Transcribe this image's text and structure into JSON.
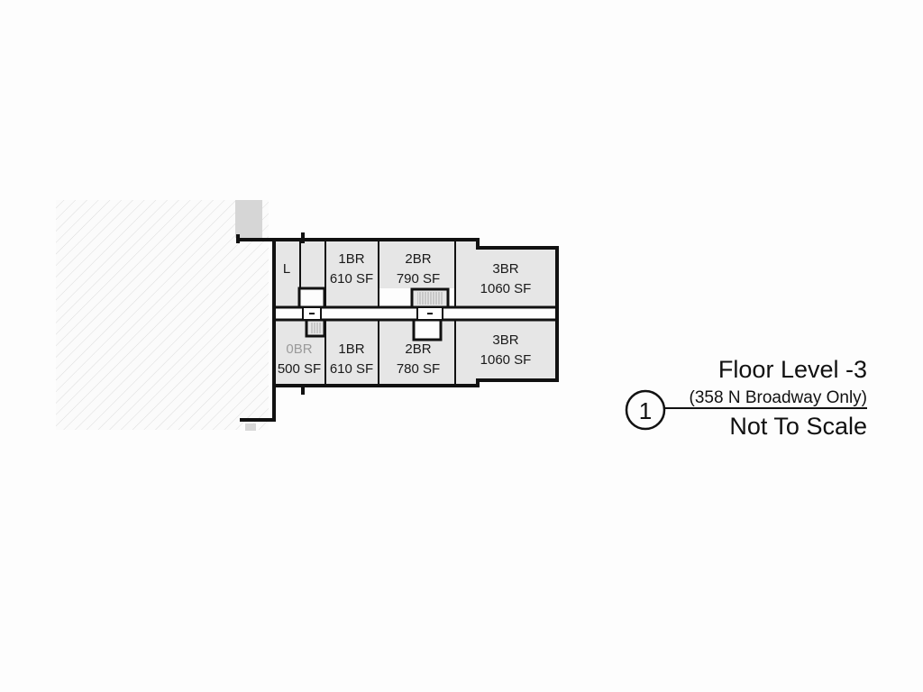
{
  "plan": {
    "units_top": [
      {
        "id": "L",
        "type": "L",
        "area": ""
      },
      {
        "id": "t1",
        "type": "1BR",
        "area": "610 SF"
      },
      {
        "id": "t2",
        "type": "2BR",
        "area": "790 SF"
      },
      {
        "id": "t3",
        "type": "3BR",
        "area": "1060 SF"
      }
    ],
    "units_bottom": [
      {
        "id": "b0",
        "type": "0BR",
        "area": "500 SF"
      },
      {
        "id": "b1",
        "type": "1BR",
        "area": "610 SF"
      },
      {
        "id": "b2",
        "type": "2BR",
        "area": "780 SF"
      },
      {
        "id": "b3",
        "type": "3BR",
        "area": "1060 SF"
      }
    ]
  },
  "title_block": {
    "title": "Floor Level -3",
    "number": "1",
    "subtitle": "(358 N Broadway Only)",
    "scale_note": "Not To Scale"
  },
  "colors": {
    "wall": "#111111",
    "unit_fill": "#e6e6e6",
    "hatch": "#d8d8d8",
    "background": "#fdfdfd"
  }
}
